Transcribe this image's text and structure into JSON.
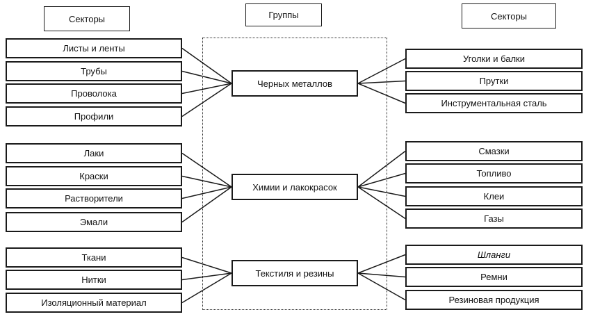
{
  "headers": {
    "left": "Секторы",
    "center": "Группы",
    "right": "Секторы"
  },
  "groups": [
    {
      "label": "Черных металлов",
      "left": [
        "Листы и ленты",
        "Трубы",
        "Проволока",
        "Профили"
      ],
      "right": [
        "Уголки и балки",
        "Прутки",
        "Инструментальная сталь"
      ]
    },
    {
      "label": "Химии и лакокрасок",
      "left": [
        "Лаки",
        "Краски",
        "Растворители",
        "Эмали"
      ],
      "right": [
        "Смазки",
        "Топливо",
        "Клеи",
        "Газы"
      ]
    },
    {
      "label": "Текстиля и резины",
      "left": [
        "Ткани",
        "Нитки",
        "Изоляционный материал"
      ],
      "right": [
        "Шланги",
        "Ремни",
        "Резиновая продукция"
      ]
    }
  ]
}
